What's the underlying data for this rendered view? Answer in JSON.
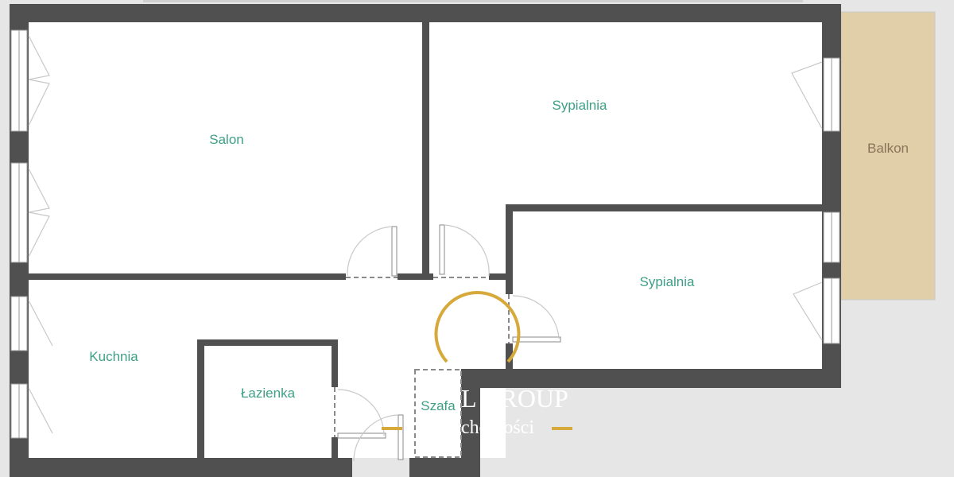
{
  "rooms": {
    "salon": "Salon",
    "sypialnia_1": "Sypialnia",
    "sypialnia_2": "Sypialnia",
    "balkon": "Balkon",
    "kuchnia": "Kuchnia",
    "lazienka": "Łazienka",
    "szafa": "Szafa"
  },
  "logo": {
    "line1": "L GROUP",
    "line2": "chomości",
    "accent_color": "#d6a93a"
  },
  "colors": {
    "wall": "#505050",
    "room_label": "#3e9f85",
    "balcony": "#e1cfa9"
  }
}
